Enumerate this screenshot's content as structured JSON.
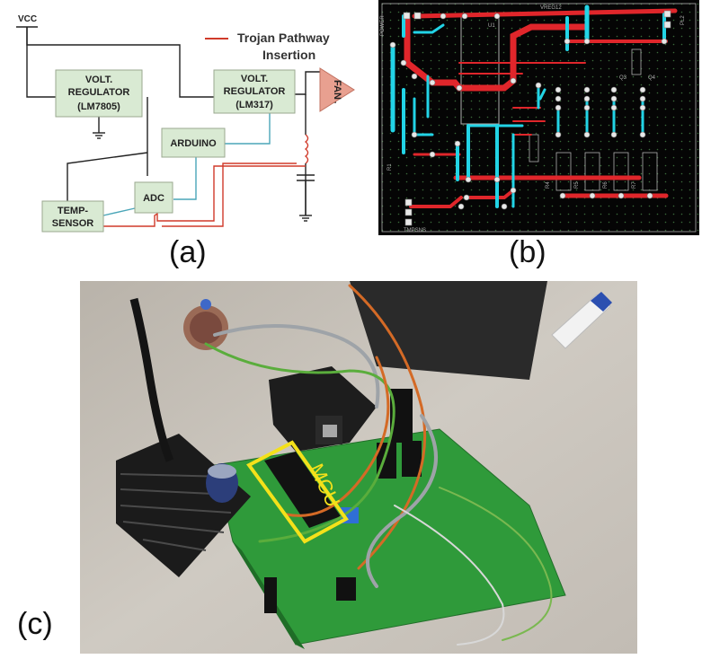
{
  "schematic": {
    "vcc_label": "VCC",
    "legend_label_line1": "Trojan Pathway",
    "legend_label_line2": "Insertion",
    "fan_label": "FAN",
    "blocks": {
      "reg1": {
        "line1": "VOLT.",
        "line2": "REGULATOR",
        "line3": "(LM7805)"
      },
      "reg2": {
        "line1": "VOLT.",
        "line2": "REGULATOR",
        "line3": "(LM317)"
      },
      "arduino": {
        "line1": "ARDUINO"
      },
      "adc": {
        "line1": "ADC"
      },
      "temp": {
        "line1": "TEMP-",
        "line2": "SENSOR"
      }
    },
    "colors": {
      "block_fill": "#d9ead3",
      "block_stroke": "#9aa88f",
      "wire_black": "#222222",
      "wire_blue": "#4aa6b8",
      "trojan_red": "#d03a2a",
      "fan_fill": "#e8a090"
    }
  },
  "pcb": {
    "labels": {
      "top_left": "POWER",
      "top_right": "PL2",
      "vreg": "VREG12",
      "ic": "U1",
      "bottom_left": "TMPSNS",
      "r1": "R1",
      "r4": "R4",
      "r5": "R5",
      "r6": "R6",
      "r7": "R7",
      "q3": "Q3",
      "q4": "Q4"
    },
    "colors": {
      "background": "#050505",
      "grid_dot": "#3a6b3a",
      "trace_red": "#e0262b",
      "trace_cyan": "#22d4e6",
      "pad": "#e8e8e8",
      "silk": "#b0b0b0"
    }
  },
  "photo": {
    "mcu_label": "MCU",
    "colors": {
      "board": "#2f9a3a",
      "heatsink": "#1b1b1b",
      "highlight_box": "#f4e11a",
      "bench": "#c9c4bd"
    }
  },
  "captions": {
    "a": "(a)",
    "b": "(b)",
    "c": "(c)"
  }
}
